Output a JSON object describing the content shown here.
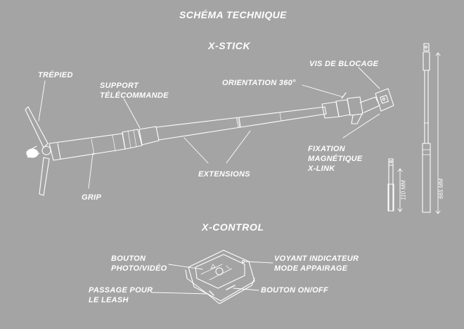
{
  "title": "SCHÉMA TECHNIQUE",
  "sections": {
    "xstick": "X-STICK",
    "xcontrol": "X-CONTROL"
  },
  "xstick_labels": {
    "trepied": "TRÉPIED",
    "support_line1": "SUPPORT",
    "support_line2": "TÉLÉCOMMANDE",
    "orientation": "ORIENTATION 360°",
    "vis": "VIS DE BLOCAGE",
    "fixation_line1": "FIXATION",
    "fixation_line2": "MAGNÉTIQUE",
    "fixation_line3": "X-LINK",
    "extensions": "EXTENSIONS",
    "grip": "GRIP"
  },
  "dimensions": {
    "short": "110 MM",
    "long": "665 MM"
  },
  "xcontrol_labels": {
    "bouton_photo_line1": "BOUTON",
    "bouton_photo_line2": "PHOTO/VIDÉO",
    "voyant_line1": "VOYANT INDICATEUR",
    "voyant_line2": "MODE APPAIRAGE",
    "passage_line1": "PASSAGE POUR",
    "passage_line2": "LE LEASH",
    "onoff": "BOUTON ON/OFF"
  },
  "colors": {
    "background": "#a4a4a4",
    "lines": "#ffffff"
  }
}
